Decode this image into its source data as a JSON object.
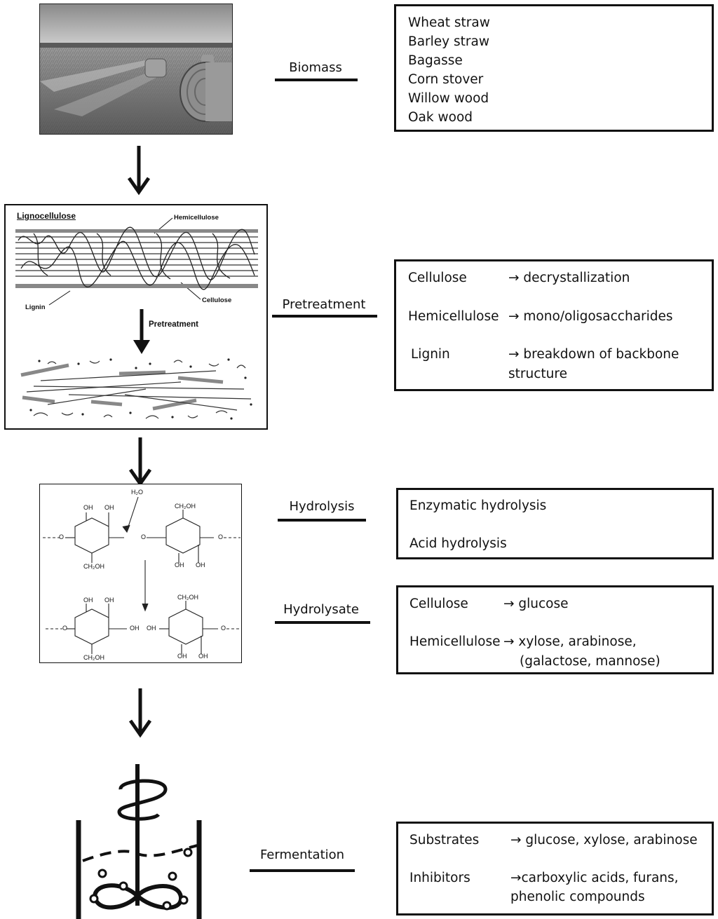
{
  "stages": {
    "biomass": {
      "label": "Biomass",
      "items": [
        "Wheat straw",
        "Barley straw",
        "Bagasse",
        "Corn stover",
        "Willow wood",
        "Oak wood"
      ]
    },
    "pretreatment": {
      "label": "Pretreatment",
      "rows": [
        {
          "name": "Cellulose",
          "effect": "→ decrystallization"
        },
        {
          "name": "Hemicellulose",
          "effect": "→ mono/oligosaccharides"
        },
        {
          "name": "Lignin",
          "effect": "→ breakdown of backbone",
          "effect2": "structure"
        }
      ],
      "figure": {
        "title": "Lignocellulose",
        "hemicellulose": "Hemicellulose",
        "cellulose": "Cellulose",
        "lignin": "Lignin",
        "arrow_label": "Pretreatment"
      }
    },
    "hydrolysis": {
      "label": "Hydrolysis",
      "items": [
        "Enzymatic hydrolysis",
        "Acid hydrolysis"
      ],
      "figure": {
        "water": "H₂O",
        "oh": "OH",
        "ch2oh": "CH₂OH",
        "o": "O",
        "oh_h": "OH"
      }
    },
    "hydrolysate": {
      "label": "Hydrolysate",
      "rows": [
        {
          "name": "Cellulose",
          "effect": "→ glucose"
        },
        {
          "name": "Hemicellulose",
          "effect": "→ xylose, arabinose,",
          "effect2": "(galactose, mannose)"
        }
      ]
    },
    "fermentation": {
      "label": "Fermentation",
      "rows": [
        {
          "name": "Substrates",
          "effect": "→ glucose, xylose, arabinose"
        },
        {
          "name": "Inhibitors",
          "effect": "→carboxylic acids, furans,",
          "effect2": "phenolic compounds"
        }
      ]
    }
  }
}
